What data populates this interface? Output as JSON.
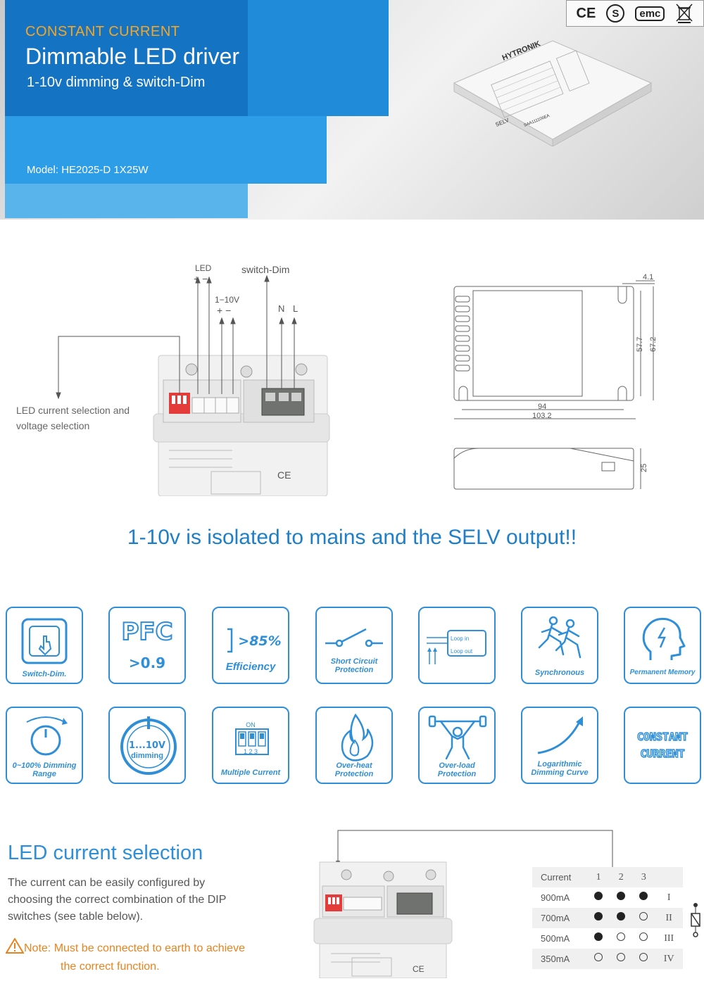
{
  "hero": {
    "subtitle": "CONSTANT CURRENT",
    "title": "Dimmable LED driver",
    "tagline": "1-10v dimming & switch-Dim",
    "model": "Model: HE2025-D    1X25W",
    "certifications": [
      "CE",
      "S",
      "emc",
      "WEEE"
    ],
    "product_brand": "HYTRONIK",
    "product_marks": [
      "SELV",
      "SAA111106EA"
    ]
  },
  "wiring": {
    "label_led": "LED",
    "label_led_pol": "+ −",
    "label_switch": "switch-Dim",
    "label_110v": "1−10V",
    "label_110v_pol": "+ −",
    "label_n": "N",
    "label_l": "L",
    "caption": "LED current selection and voltage selection"
  },
  "dimensions": {
    "d1": "4.1",
    "d2": "57.7",
    "d3": "67.2",
    "d4": "94",
    "d5": "103.2",
    "d6": "25"
  },
  "isolation_note": "1-10v is isolated to mains and the SELV output!!",
  "features": [
    {
      "id": "switch-dim",
      "label": "Switch-Dim."
    },
    {
      "id": "pfc",
      "big": "PFC",
      "label": ">0.9"
    },
    {
      "id": "efficiency",
      "big": ">85%",
      "label": "Efficiency"
    },
    {
      "id": "short-circuit",
      "label": "Short Circuit Protection"
    },
    {
      "id": "loop",
      "label_in": "Loop in",
      "label_out": "Loop out"
    },
    {
      "id": "synchronous",
      "label": "Synchronous"
    },
    {
      "id": "memory",
      "label": "Permanent Memory"
    },
    {
      "id": "dimming-range",
      "label": "0~100% Dimming Range"
    },
    {
      "id": "110v",
      "big": "1...10V",
      "label": "dimming"
    },
    {
      "id": "multi-current",
      "dip_on": "ON",
      "dip_nums": "1  2  3",
      "label": "Multiple Current"
    },
    {
      "id": "overheat",
      "label": "Over-heat Protection"
    },
    {
      "id": "overload",
      "label": "Over-load Protection"
    },
    {
      "id": "log-curve",
      "label": "Logarithmic Dimming Curve"
    },
    {
      "id": "constant-current",
      "line1": "CONSTANT",
      "line2": "CURRENT"
    }
  ],
  "selection": {
    "title": "LED current selection",
    "description": "The current can be easily configured  by choosing the correct combination  of the DIP switches (see table below).",
    "note_line1": "Note: Must be connected to earth to achieve",
    "note_line2": "the correct function.",
    "table": {
      "header": [
        "Current",
        "1",
        "2",
        "3",
        ""
      ],
      "rows": [
        {
          "current": "900mA",
          "s": [
            1,
            1,
            1
          ],
          "roman": "I"
        },
        {
          "current": "700mA",
          "s": [
            1,
            1,
            0
          ],
          "roman": "II"
        },
        {
          "current": "500mA",
          "s": [
            1,
            0,
            0
          ],
          "roman": "III"
        },
        {
          "current": "350mA",
          "s": [
            0,
            0,
            0
          ],
          "roman": "IV"
        }
      ]
    }
  },
  "colors": {
    "brand_blue": "#1573c4",
    "accent_blue": "#2e8fd8",
    "orange": "#f5a623",
    "note_orange": "#e8831f"
  }
}
